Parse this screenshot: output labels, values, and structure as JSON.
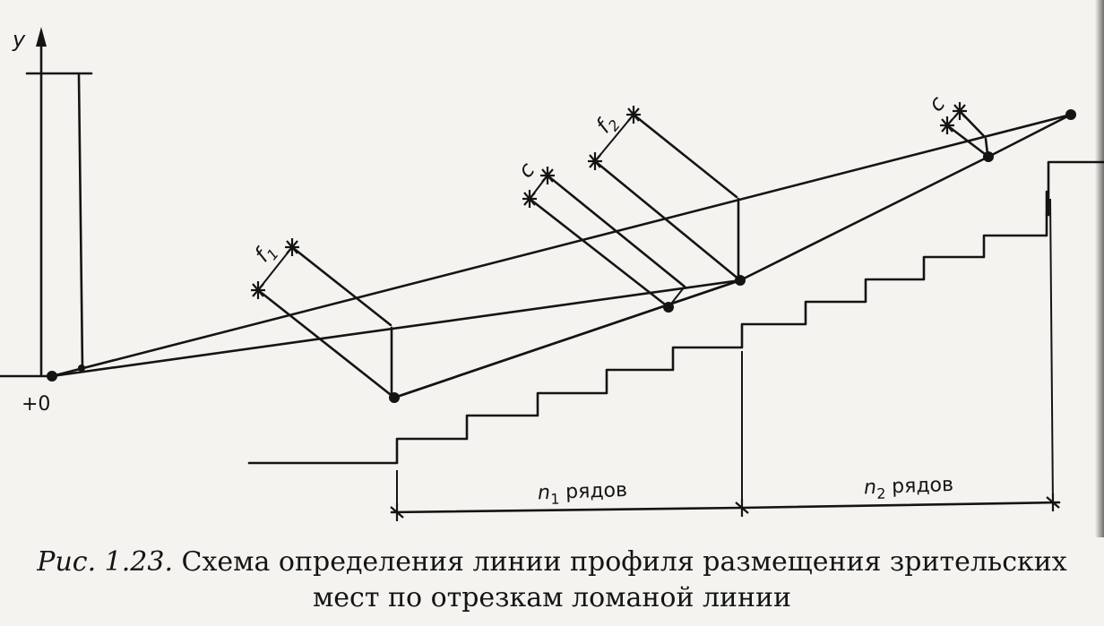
{
  "labels": {
    "y_axis": "y",
    "origin": "+0",
    "f1_main": "f",
    "f1_sub": "1",
    "f2_main": "f",
    "f2_sub": "2",
    "c1": "c",
    "c2": "c",
    "n1_main": "n",
    "n1_sub": "1",
    "n1_suffix": " рядов",
    "n2_main": "n",
    "n2_sub": "2",
    "n2_suffix": " рядов"
  },
  "caption": {
    "figure_label": "Рис. 1.23.",
    "line1": " Схема определения линии профиля размещения зрительских",
    "line2": "мест по отрезкам ломаной линии"
  },
  "colors": {
    "ink": "#141414",
    "paper": "#f4f3ef"
  }
}
